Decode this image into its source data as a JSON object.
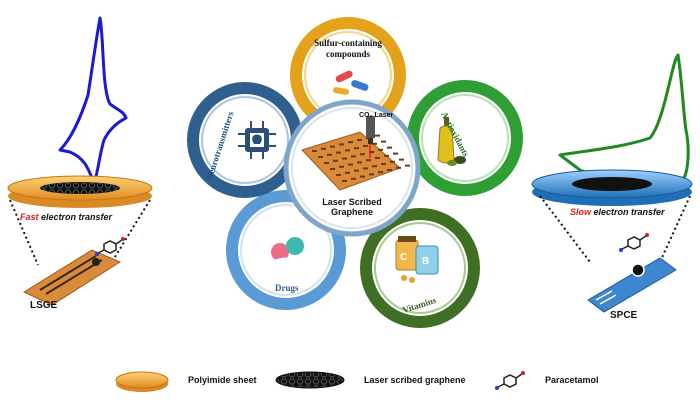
{
  "petals": [
    {
      "label": "Sulfur-containing compounds",
      "line1": "Sulfur-containing",
      "line2": "compounds",
      "color": "#e3a21a"
    },
    {
      "label": "Antioxidants",
      "color": "#2e9e35"
    },
    {
      "label": "Vitamins",
      "color": "#3f6f24"
    },
    {
      "label": "Drugs",
      "color": "#5b9bd5"
    },
    {
      "label": "Neurotransmitters",
      "color": "#2f5f8f"
    }
  ],
  "center": {
    "title": "Laser Scribed Graphene",
    "laser_label": "CO₂ Laser"
  },
  "left": {
    "fast_word": "Fast",
    "caption_rest": " electron transfer",
    "device_label": "LSGE",
    "curve_color": "#1a1ad6",
    "fast_color": "#d42020"
  },
  "right": {
    "slow_word": "Slow",
    "caption_rest": " electron transfer",
    "device_label": "SPCE",
    "curve_color": "#1f8a1f",
    "slow_color": "#d42020"
  },
  "legend": [
    {
      "label": "Polyimide sheet",
      "icon": "polyimide-disc-icon"
    },
    {
      "label": "Laser scribed graphene",
      "icon": "graphene-disc-icon"
    },
    {
      "label": "Paracetamol",
      "icon": "paracetamol-molecule-icon"
    }
  ]
}
